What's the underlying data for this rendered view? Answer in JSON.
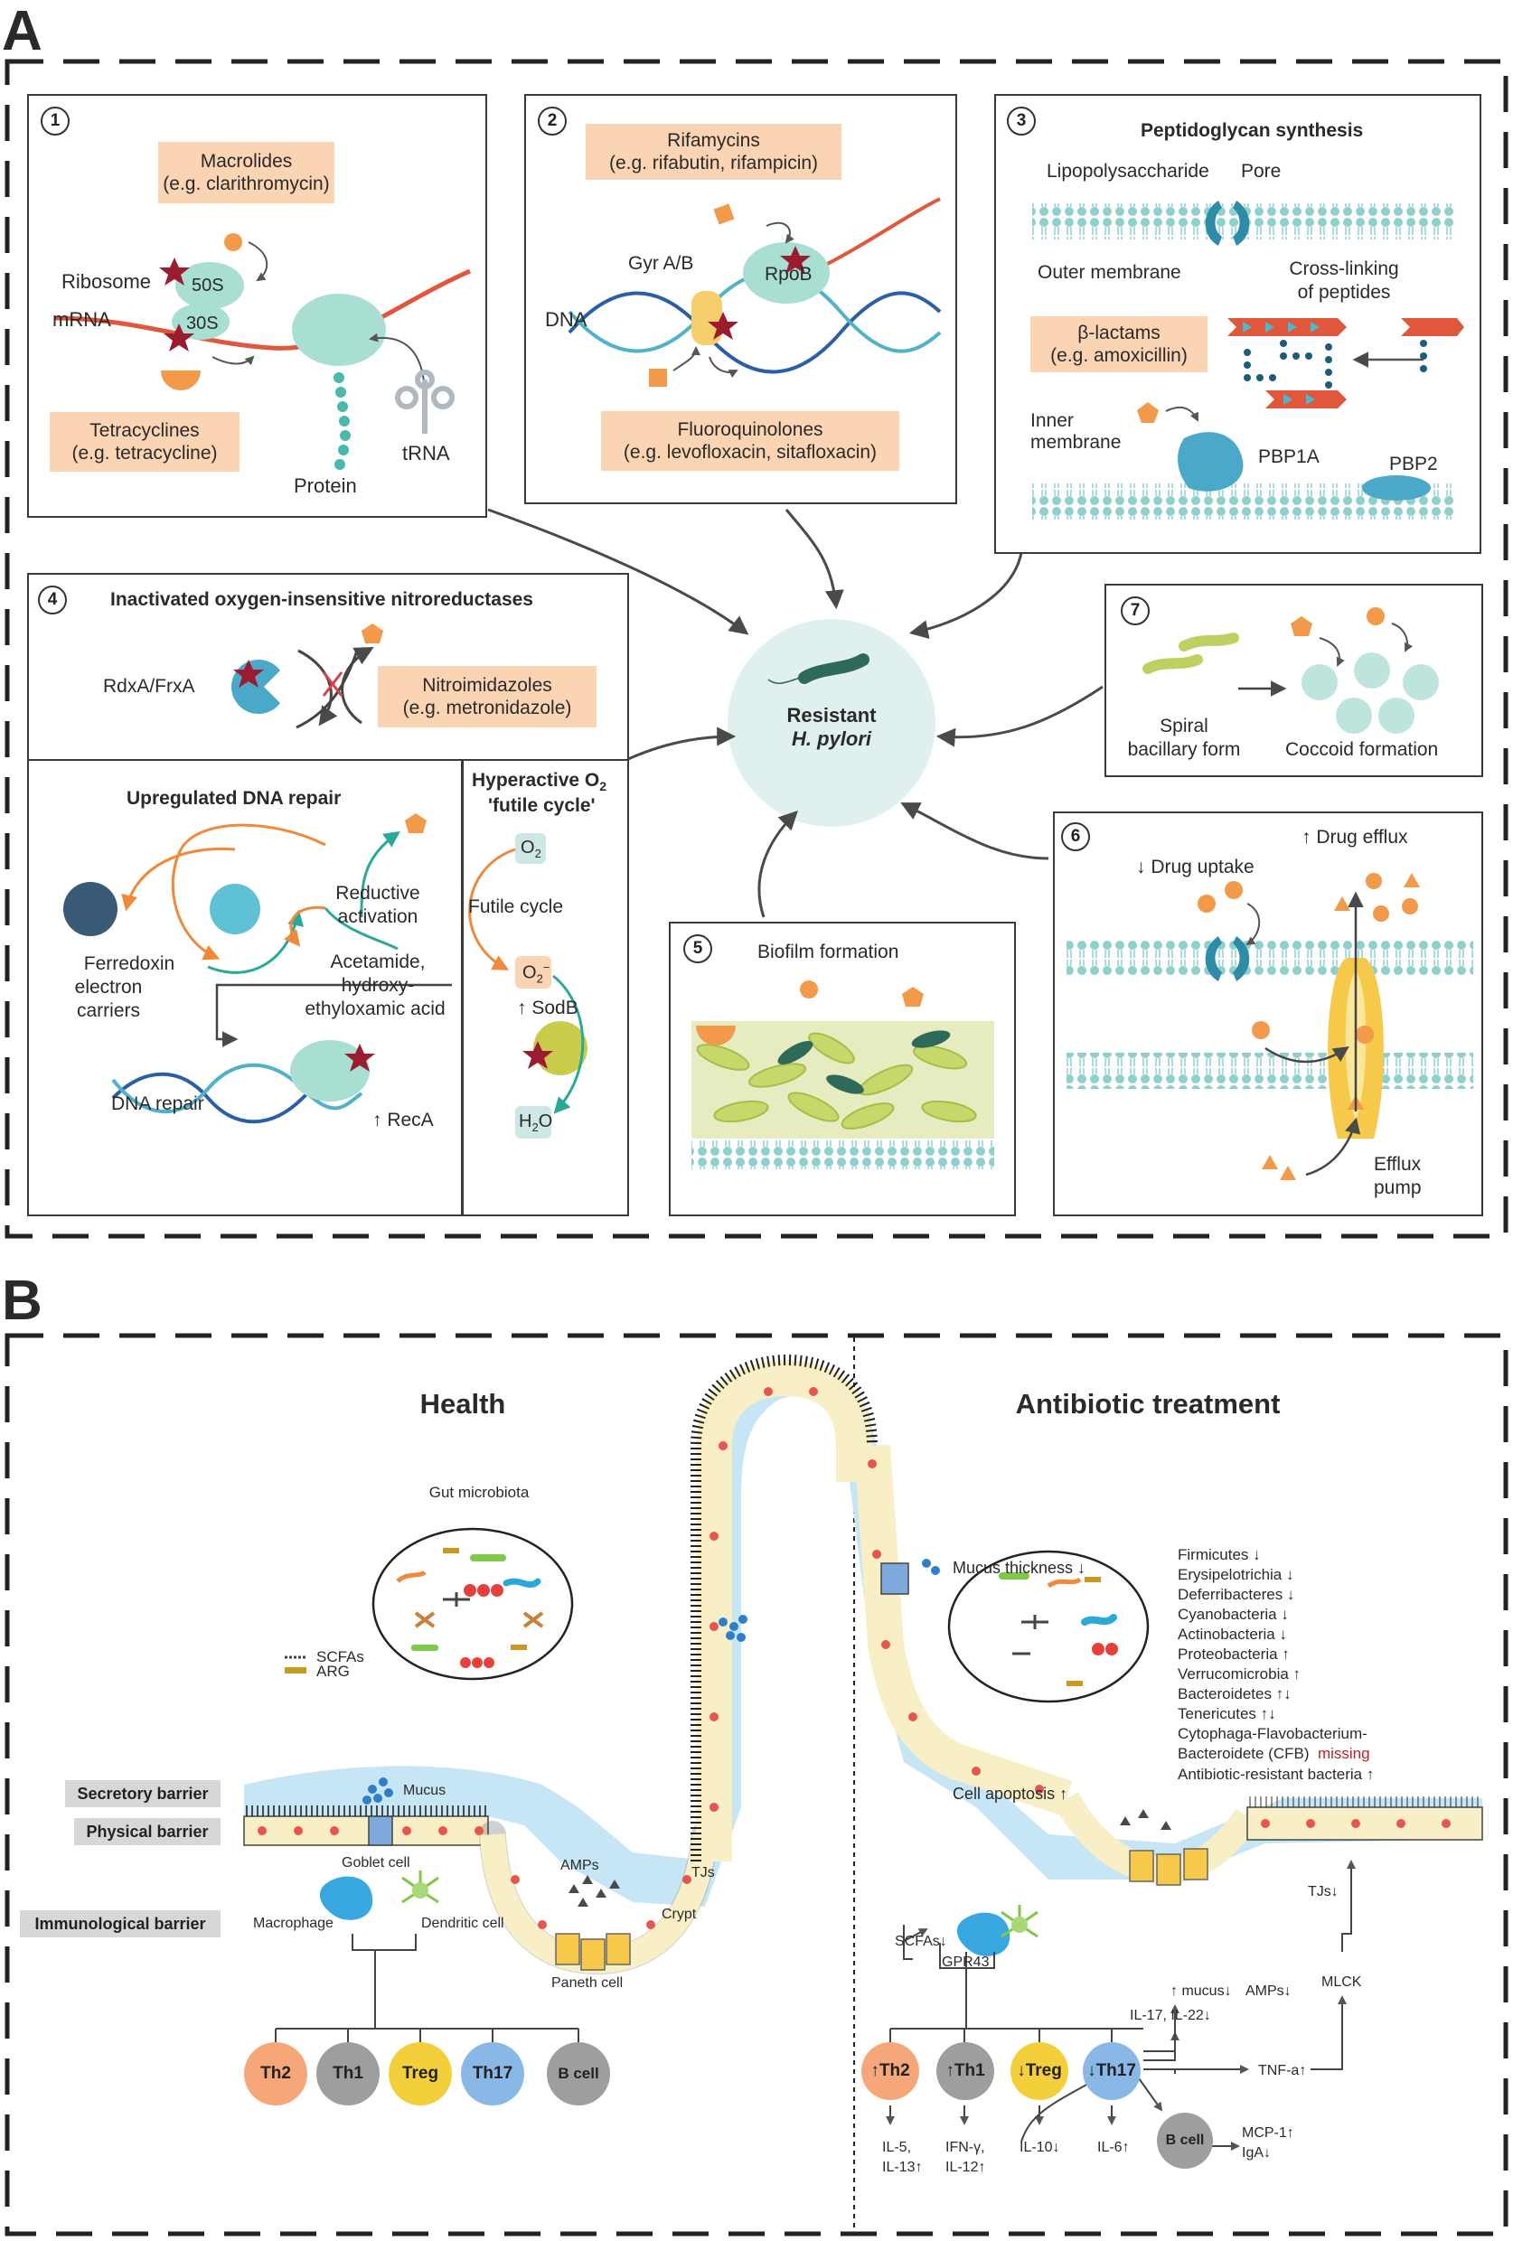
{
  "colors": {
    "peach": "#fbd4b4",
    "teal": "#9cd6cc",
    "blue_membrane": "#7fc8c6",
    "orange": "#f2994a",
    "red_star": "#9b1c2f",
    "mucus": "#bfe3f4",
    "villus_cell": "#f8efc6",
    "th2": "#f5a77a",
    "th1": "#9e9e9e",
    "treg": "#f4cf3c",
    "th17": "#8ab8e6",
    "bcell": "#9e9e9e"
  },
  "panel_a": {
    "label": "A",
    "p1": {
      "number": "1",
      "macrolides": "Macrolides",
      "macrolides_eg": "(e.g. clarithromycin)",
      "ribosome": "Ribosome",
      "s50": "50S",
      "s30": "30S",
      "mrna": "mRNA",
      "tetracyclines": "Tetracyclines",
      "tetracyclines_eg": "(e.g. tetracycline)",
      "protein": "Protein",
      "trna": "tRNA"
    },
    "p2": {
      "number": "2",
      "rifamycins": "Rifamycins",
      "rifamycins_eg": "(e.g. rifabutin, rifampicin)",
      "gyr": "Gyr A/B",
      "rpob": "RpoB",
      "dna": "DNA",
      "fluoro": "Fluoroquinolones",
      "fluoro_eg": "(e.g. levofloxacin, sitafloxacin)"
    },
    "p3": {
      "number": "3",
      "title": "Peptidoglycan synthesis",
      "lps": "Lipopolysaccharide",
      "pore": "Pore",
      "outer": "Outer membrane",
      "crosslink1": "Cross-linking",
      "crosslink2": "of peptides",
      "blactams": "β-lactams",
      "blactams_eg": "(e.g. amoxicillin)",
      "inner1": "Inner",
      "inner2": "membrane",
      "pbp1a": "PBP1A",
      "pbp2": "PBP2"
    },
    "p4": {
      "number": "4",
      "title": "Inactivated oxygen-insensitive nitroreductases",
      "rdx": "RdxA/FrxA",
      "nitro": "Nitroimidazoles",
      "nitro_eg": "(e.g. metronidazole)",
      "dna_repair_title": "Upregulated DNA repair",
      "ferredoxin": "Ferredoxin",
      "electron": "electron",
      "carriers": "carriers",
      "reductive": "Reductive",
      "activation": "activation",
      "acetamide1": "Acetamide,",
      "acetamide2": "hydroxy-",
      "acetamide3": "ethyloxamic acid",
      "dna_repair": "DNA repair",
      "reca": "↑ RecA",
      "hyper1": "Hyperactive O",
      "hyper1_sub": "2",
      "hyper2": "'futile cycle'",
      "o2": "O",
      "o2_sub": "2",
      "futile": "Futile cycle",
      "o2minus": "O",
      "o2minus_sub": "2",
      "o2minus_sup": "−",
      "sodb": "↑ SodB",
      "h2o_h": "H",
      "h2o_sub": "2",
      "h2o_o": "O"
    },
    "center": {
      "line1": "Resistant",
      "line2": "H. pylori"
    },
    "p5": {
      "number": "5",
      "title": "Biofilm formation"
    },
    "p6": {
      "number": "6",
      "uptake": "↓ Drug uptake",
      "efflux": "↑ Drug efflux",
      "pump1": "Efflux",
      "pump2": "pump"
    },
    "p7": {
      "number": "7",
      "spiral1": "Spiral",
      "spiral2": "bacillary form",
      "coccoid": "Coccoid formation"
    }
  },
  "panel_b": {
    "label": "B",
    "health": "Health",
    "antibiotic": "Antibiotic treatment",
    "gut_microbiota": "Gut microbiota",
    "scfas": "SCFAs",
    "arg": "ARG",
    "secretory": "Secretory barrier",
    "physical": "Physical barrier",
    "immunological": "Immunological barrier",
    "mucus": "Mucus",
    "goblet": "Goblet cell",
    "macrophage": "Macrophage",
    "dendritic": "Dendritic cell",
    "amps": "AMPs",
    "tjs": "TJs",
    "crypt": "Crypt",
    "paneth": "Paneth cell",
    "cells_health": [
      "Th2",
      "Th1",
      "Treg",
      "Th17",
      "B cell"
    ],
    "mucus_thickness": "Mucus thickness ↓",
    "cell_apoptosis": "Cell apoptosis ↑",
    "bacteria": [
      "Firmicutes ↓",
      "Erysipelotrichia ↓",
      "Deferribacteres ↓",
      "Cyanobacteria ↓",
      "Actinobacteria ↓",
      "Proteobacteria ↑",
      "Verrucomicrobia ↑",
      "Bacteroidetes ↑↓",
      "Tenericutes ↑↓",
      "Cytophaga-Flavobacterium-",
      "Bacteroidete (CFB)"
    ],
    "missing": "missing",
    "arb": "Antibiotic-resistant bacteria ↑",
    "scfas_down": "SCFAs↓",
    "gpr43": "GPR43",
    "mucus_up": "↑ mucus↓",
    "amps_down": "AMPs↓",
    "tjs_down": "TJs↓",
    "mlck": "MLCK",
    "il17": "IL-17, IL-22↓",
    "tnf": "TNF-a↑",
    "cells_ab": [
      "↑Th2",
      "↑Th1",
      "↓Treg",
      "↓Th17"
    ],
    "bcell_ab": "B cell",
    "mcp": "MCP-1↑",
    "iga": "IgA↓",
    "il5": "IL-5,",
    "il13": "IL-13↑",
    "ifn": "IFN-γ,",
    "il12": "IL-12↑",
    "il10": "IL-10↓",
    "il6": "IL-6↑"
  }
}
